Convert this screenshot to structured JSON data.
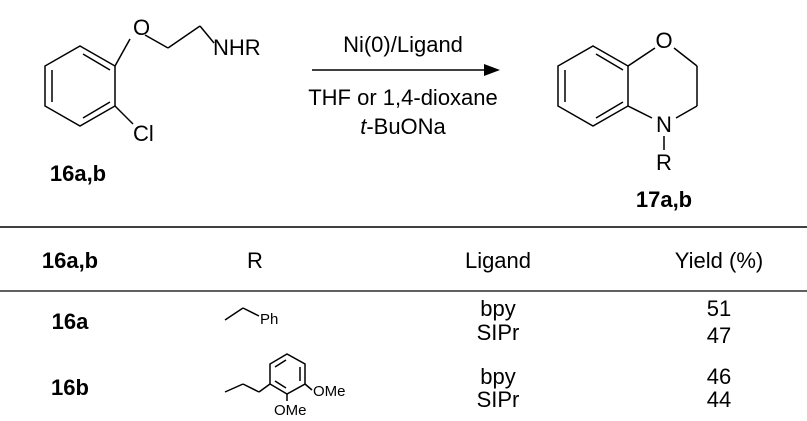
{
  "scheme": {
    "reactant": {
      "substituent_nh": "NHR",
      "atom_o": "O",
      "atom_cl": "Cl",
      "id": "16a,b"
    },
    "product": {
      "atom_o": "O",
      "atom_n": "N",
      "atom_r": "R",
      "id": "17a,b"
    },
    "conditions": {
      "above_arrow": "Ni(0)/Ligand",
      "solvent": "THF or 1,4-dioxane",
      "base_italic": "t",
      "base_rest": "-BuONa"
    }
  },
  "table": {
    "headers": [
      "16a,b",
      "R",
      "Ligand",
      "Yield (%)"
    ],
    "rows": [
      {
        "compound": "16a",
        "r_ph_label": "Ph",
        "ligands": [
          "bpy",
          "SIPr"
        ],
        "yields": [
          "51",
          "47"
        ]
      },
      {
        "compound": "16b",
        "r_ome1_label": "OMe",
        "r_ome2_label": "OMe",
        "ligands": [
          "bpy",
          "SIPr"
        ],
        "yields": [
          "46",
          "44"
        ]
      }
    ]
  }
}
